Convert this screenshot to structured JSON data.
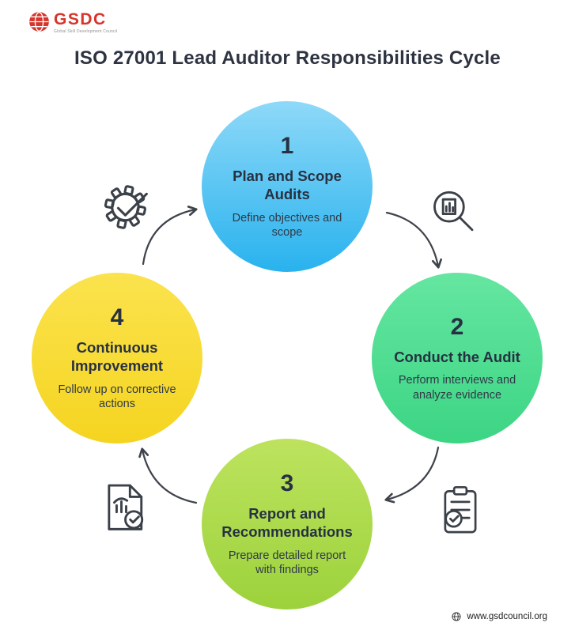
{
  "brand": {
    "logo_text": "GSDC",
    "tagline": "Global Skill Development Council",
    "logo_color": "#d7342b"
  },
  "title": "ISO 27001 Lead Auditor Responsibilities Cycle",
  "steps": [
    {
      "number": "1",
      "title": "Plan and Scope Audits",
      "description": "Define objectives and scope",
      "color_top": "#8ed9f8",
      "color_bottom": "#29b2ee"
    },
    {
      "number": "2",
      "title": "Conduct the Audit",
      "description": "Perform interviews and analyze evidence",
      "color_top": "#65e6a1",
      "color_bottom": "#3cd584"
    },
    {
      "number": "3",
      "title": "Report and Recommendations",
      "description": "Prepare detailed report with findings",
      "color_top": "#bde35e",
      "color_bottom": "#9cd23c"
    },
    {
      "number": "4",
      "title": "Continuous Improvement",
      "description": "Follow up on corrective actions",
      "color_top": "#fbe34e",
      "color_bottom": "#f5d420"
    }
  ],
  "icons": {
    "top_left": "gear-check-icon",
    "top_right": "magnifier-report-icon",
    "bottom_right": "clipboard-check-icon",
    "bottom_left": "document-check-icon",
    "logo": "globe-logo-icon",
    "footer": "globe-icon"
  },
  "arrow_color": "#3f434b",
  "text_color": "#273142",
  "footer": {
    "website": "www.gsdcouncil.org"
  }
}
